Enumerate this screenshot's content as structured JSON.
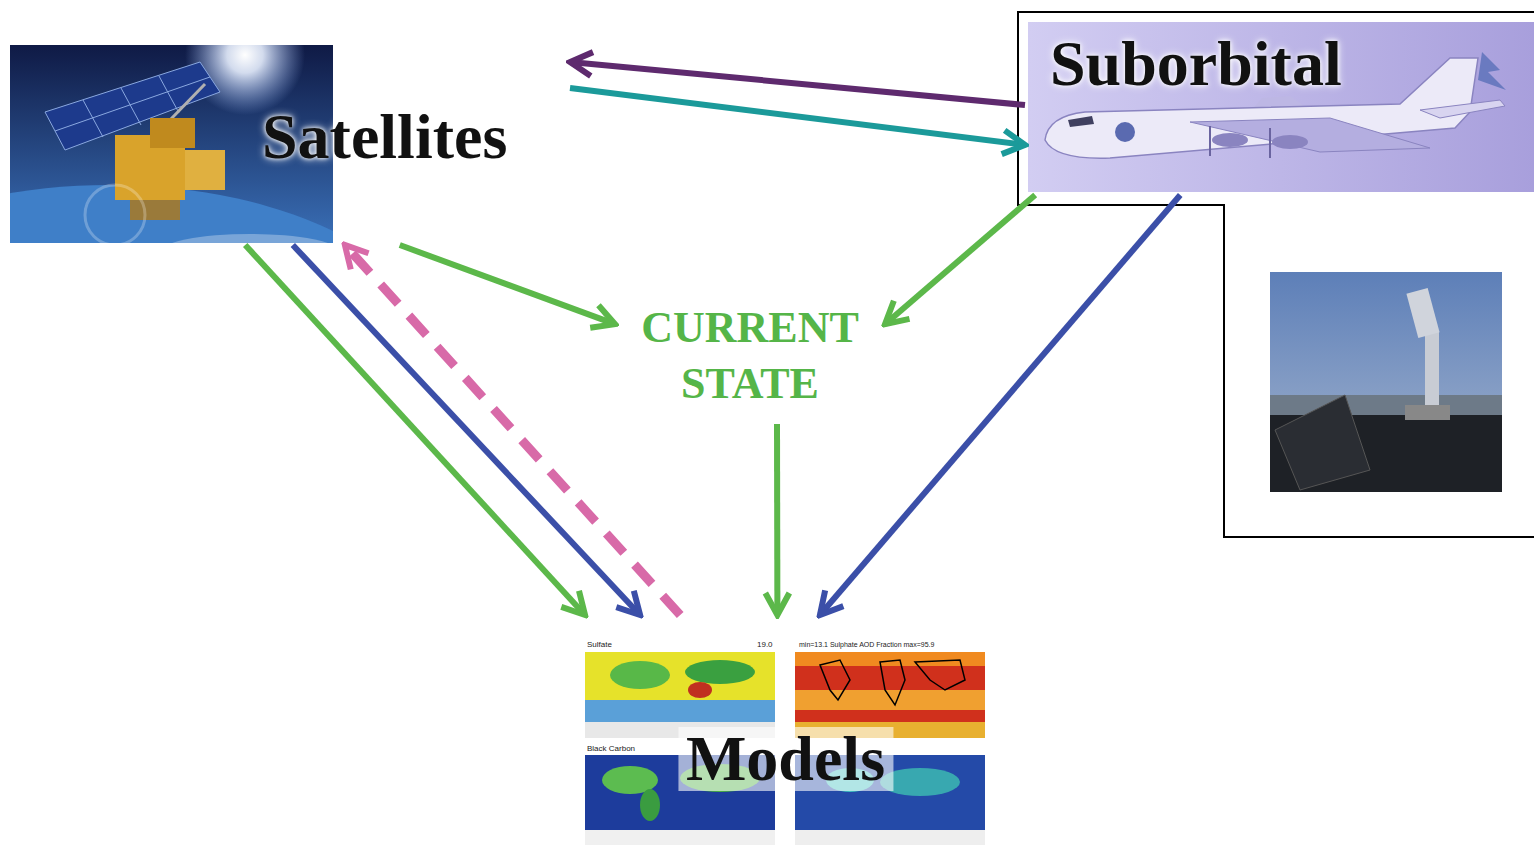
{
  "diagram": {
    "nodes": [
      {
        "text": [
          "Satellites"
        ]
      },
      {
        "text": [
          "Suborbital"
        ]
      },
      {
        "text": [
          "CURRENT STATE"
        ]
      },
      {
        "text": [
          "Models"
        ]
      }
    ],
    "edges": [
      {
        "from": 1,
        "to": 0,
        "arrow": "to"
      },
      {
        "from": 0,
        "to": 1,
        "arrow": "to"
      },
      {
        "from": 0,
        "to": 2,
        "arrow": "to"
      },
      {
        "from": 1,
        "to": 2,
        "arrow": "to"
      },
      {
        "from": 2,
        "to": 3,
        "arrow": "to"
      },
      {
        "from": 0,
        "to": 3,
        "arrow": "to"
      },
      {
        "from": 0,
        "to": 3,
        "arrow": "to"
      },
      {
        "from": 3,
        "to": 0,
        "arrow": "to"
      },
      {
        "from": 1,
        "to": 3,
        "arrow": "to"
      }
    ],
    "labels": [
      "Sulfate",
      "19.0",
      "min=13.1 Sulphate AOD Fraction max=95.9",
      "Black Carbon"
    ]
  }
}
